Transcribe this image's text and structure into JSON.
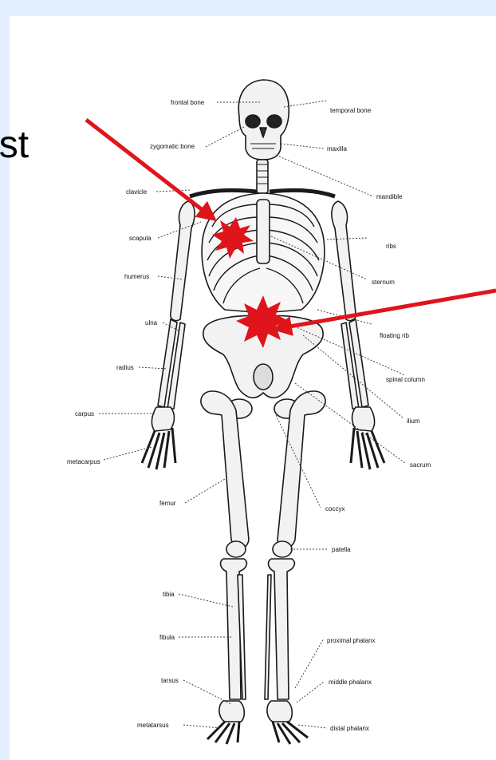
{
  "callout": {
    "text": "est"
  },
  "labels": {
    "frontal_bone": "frontal bone",
    "temporal_bone": "temporal bone",
    "zygomatic_bone": "zygomatic bone",
    "maxilla": "maxilla",
    "mandible": "mandible",
    "clavicle": "clavicle",
    "scapula": "scapula",
    "ribs": "ribs",
    "humerus": "humerus",
    "sternum": "sternum",
    "ulna": "ulna",
    "floating_rib": "floating rib",
    "radius": "radius",
    "spinal_column": "spinal column",
    "carpus": "carpus",
    "ilium": "ilium",
    "metacarpus": "metacarpus",
    "sacrum": "sacrum",
    "femur": "femur",
    "coccyx": "coccyx",
    "patella": "patella",
    "tibia": "tibia",
    "fibula": "fibula",
    "proximal_phalanx": "proximal phalanx",
    "tarsus": "tarsus",
    "middle_phalanx": "middle phalanx",
    "metatarsus": "metatarsus",
    "distal_phalanx": "distal phalanx"
  },
  "colors": {
    "background": "#e3efff",
    "canvas": "#ffffff",
    "arrow": "#e0141b",
    "bone_fill": "#f2f2f2",
    "bone_stroke": "#1a1a1a"
  }
}
